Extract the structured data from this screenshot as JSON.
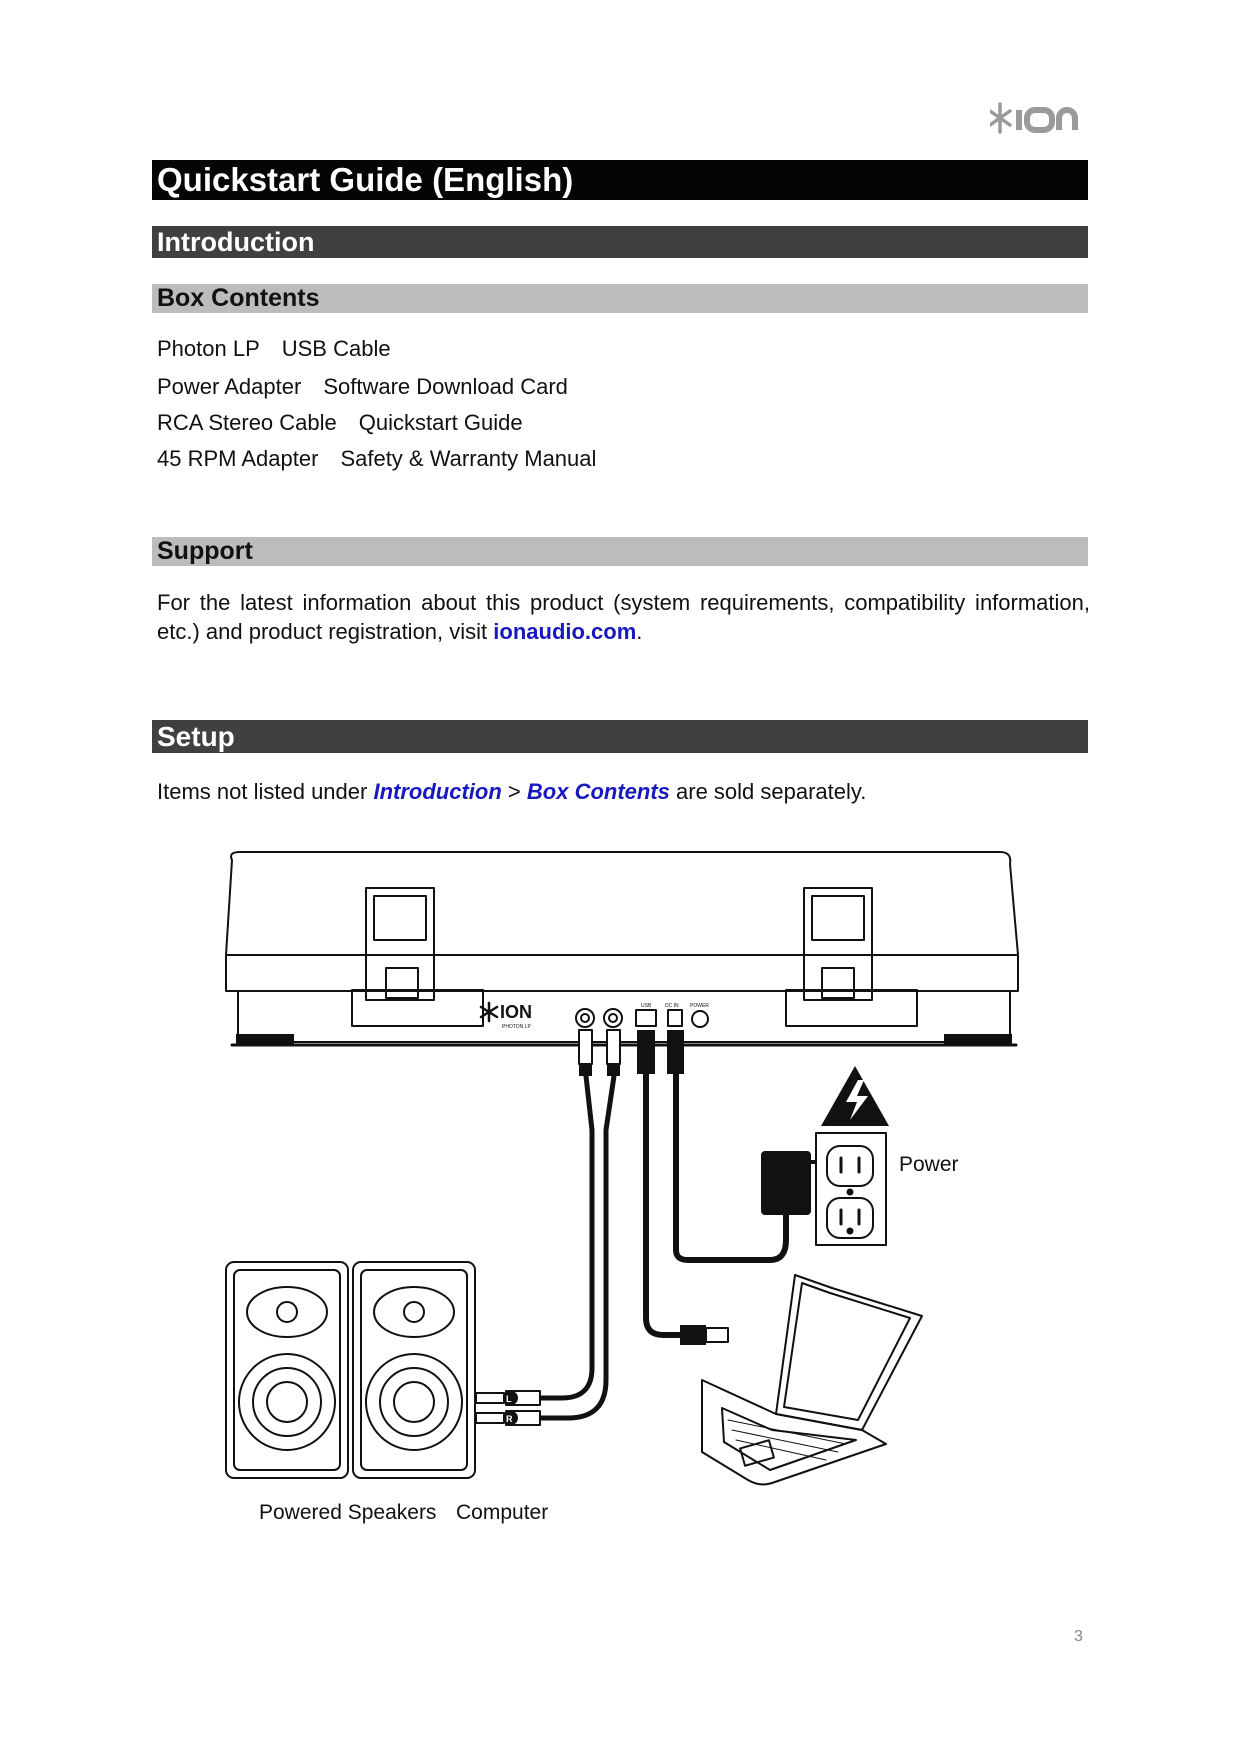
{
  "brand": {
    "logo_text": "ION"
  },
  "headings": {
    "title": "Quickstart Guide (English)",
    "introduction": "Introduction",
    "box_contents": "Box Contents",
    "support": "Support",
    "setup": "Setup"
  },
  "box_contents": {
    "rows": [
      [
        "Photon LP",
        "USB Cable"
      ],
      [
        "Power Adapter",
        "Software Download Card"
      ],
      [
        "RCA Stereo Cable",
        "Quickstart Guide"
      ],
      [
        "45 RPM Adapter",
        "Safety & Warranty Manual"
      ]
    ]
  },
  "support": {
    "text": "For the latest information about this product (system requirements, compatibility information, etc.) and product registration, visit",
    "link": "ionaudio.com",
    "end": "."
  },
  "setup": {
    "text_before": "Items not listed under",
    "link_intro": "Introduction",
    "separator": ">",
    "link_box": "Box Contents",
    "text_after": "are sold separately."
  },
  "diagram": {
    "back_panel_logo": "ION",
    "back_panel_model": "PHOTON LP",
    "port_usb": "USB",
    "port_dc": "DC IN",
    "port_power": "POWER",
    "warning_symbol": "high-voltage-warning-icon",
    "rca_left": "L",
    "rca_right": "R",
    "power_label": "Power",
    "speakers_label": "Powered Speakers",
    "computer_label": "Computer"
  },
  "page": {
    "number": "3"
  }
}
